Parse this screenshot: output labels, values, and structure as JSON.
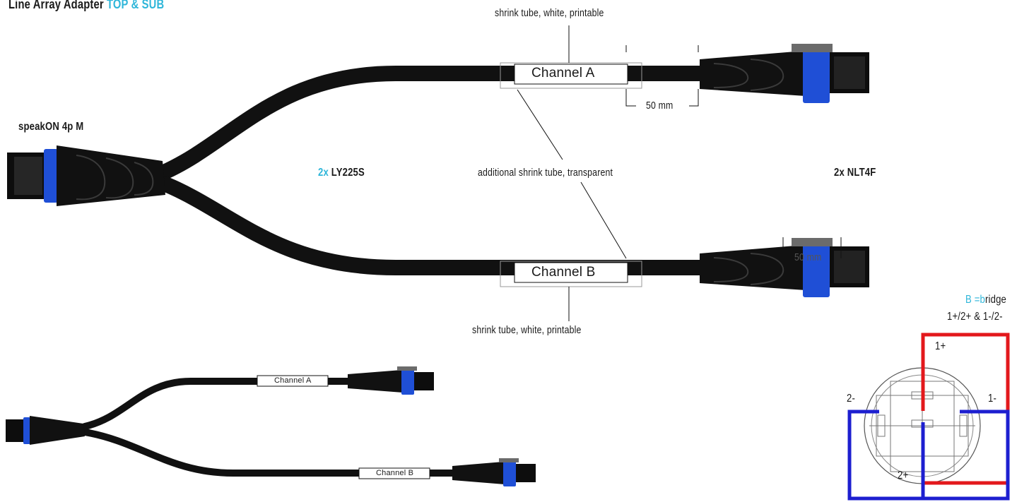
{
  "title": {
    "main": "Line Array Adapter",
    "variant": "TOP & SUB"
  },
  "labels": {
    "input_connector": "speakON 4p M",
    "cable_count": "2x",
    "cable_type": "LY225S",
    "output_connectors": "2x NLT4F",
    "shrink_tube_top": "shrink tube, white, printable",
    "shrink_tube_bottom": "shrink tube, white, printable",
    "additional_tube": "additional shrink tube, transparent",
    "dimension_top": "50 mm",
    "dimension_bottom": "50 mm",
    "channel_a": "Channel A",
    "channel_b": "Channel B",
    "channel_a_small": "Channel A",
    "channel_b_small": "Channel B"
  },
  "pinout": {
    "legend_b": "B =",
    "legend_b2": "b",
    "legend_rest": "ridge",
    "legend_line2": "1+/2+ & 1-/2-",
    "pin_1plus": "1+",
    "pin_1minus": "1-",
    "pin_2plus": "2+",
    "pin_2minus": "2-"
  },
  "colors": {
    "accent": "#2eb6d9",
    "connector_blue": "#1f4fd6",
    "bridge_red": "#e3181c",
    "bridge_blue": "#1d1fd0"
  }
}
